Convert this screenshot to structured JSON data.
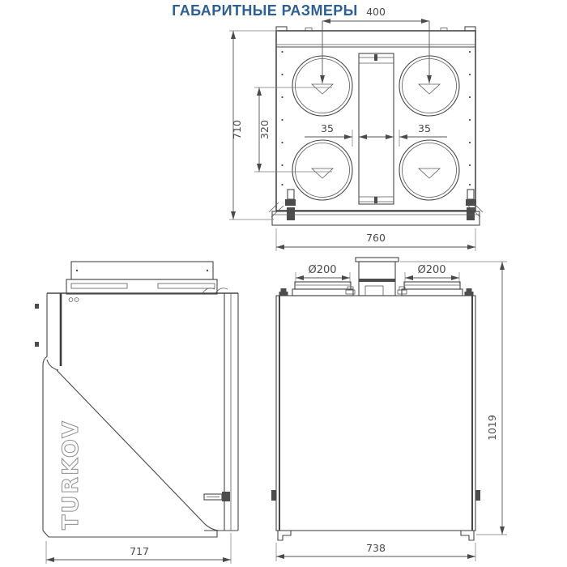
{
  "title": "ГАБАРИТНЫЕ РАЗМЕРЫ",
  "logo": "TURKOV",
  "front_view": {
    "dim_port_spacing_horizontal": "400",
    "dim_overall_height": "710",
    "dim_port_spacing_vertical": "320",
    "dim_gap_left": "35",
    "dim_gap_right": "35",
    "dim_overall_width": "760"
  },
  "side_view": {
    "dim_depth": "717"
  },
  "back_view": {
    "dim_duct_left": "Ø200",
    "dim_duct_right": "Ø200",
    "dim_overall_height": "1019",
    "dim_overall_width": "738"
  },
  "colors": {
    "title_blue": "#2d5f92",
    "line_gray": "#474747"
  }
}
